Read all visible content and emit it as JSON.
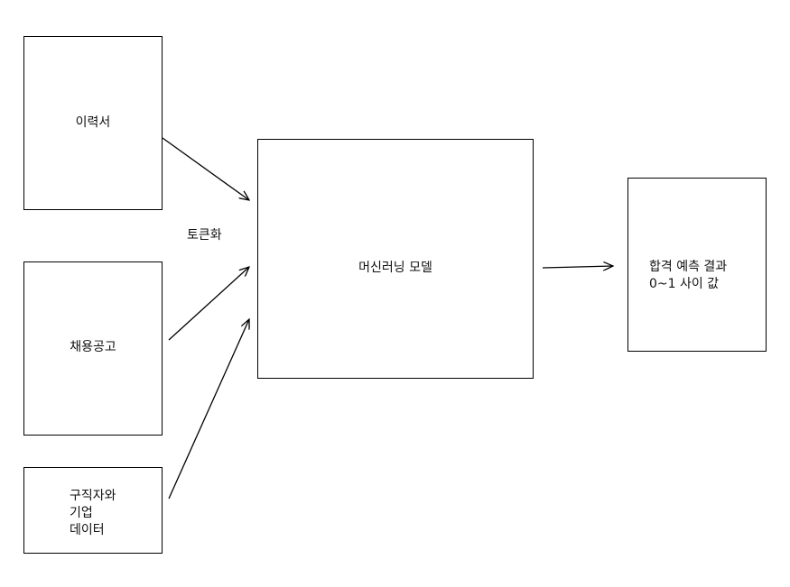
{
  "nodes": {
    "resume": {
      "label": "이력서"
    },
    "job_posting": {
      "label": "채용공고"
    },
    "applicant_company_data": {
      "lines": [
        "구직자와",
        "기업",
        "데이터"
      ]
    },
    "ml_model": {
      "label": "머신러닝 모델"
    },
    "prediction": {
      "lines": [
        "합격 예측 결과",
        "0~1 사이 값"
      ]
    }
  },
  "edges": {
    "tokenize_label": "토큰화"
  },
  "colors": {
    "stroke": "#000000",
    "background": "#ffffff"
  }
}
